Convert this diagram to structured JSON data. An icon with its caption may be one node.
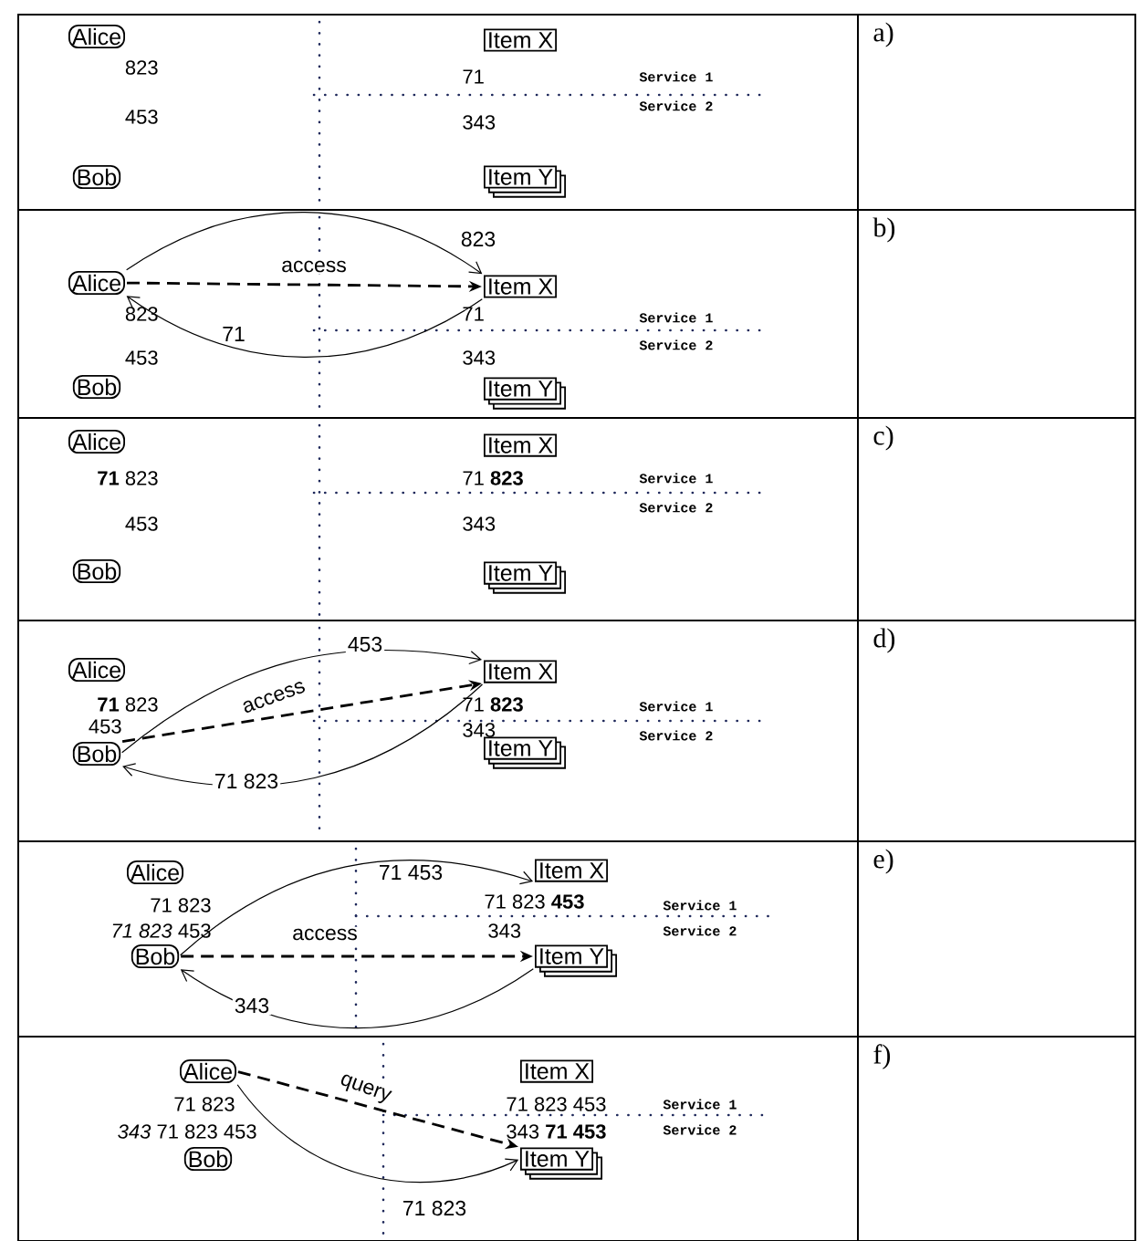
{
  "diagram": {
    "nodes": [
      {
        "text": [
          "Alice"
        ],
        "beside": [
          "823"
        ]
      },
      {
        "text": [
          "Item X"
        ],
        "beside": [
          "71"
        ]
      },
      {
        "text": [
          "Bob"
        ],
        "beside": [
          "453"
        ]
      },
      {
        "text": [
          "Item Y"
        ],
        "beside": [
          "343"
        ]
      },
      {
        "text": [
          "Alice"
        ],
        "beside": [
          "823"
        ]
      },
      {
        "text": [
          "Item X"
        ],
        "beside": [
          "71"
        ]
      },
      {
        "text": [
          "Bob"
        ],
        "beside": [
          "453"
        ]
      },
      {
        "text": [
          "Item Y"
        ],
        "beside": [
          "343"
        ]
      },
      {
        "text": [
          "Alice"
        ],
        "beside": [
          "**71** 823"
        ]
      },
      {
        "text": [
          "Item X"
        ],
        "beside": [
          "71 **823**"
        ]
      },
      {
        "text": [
          "Bob"
        ],
        "beside": [
          "453"
        ]
      },
      {
        "text": [
          "Item Y"
        ],
        "beside": [
          "343"
        ]
      },
      {
        "text": [
          "Alice"
        ],
        "beside": [
          "**71** 823"
        ]
      },
      {
        "text": [
          "Item X"
        ],
        "beside": [
          "71 **823**"
        ]
      },
      {
        "text": [
          "Bob"
        ],
        "beside": [
          "453"
        ]
      },
      {
        "text": [
          "Item Y"
        ],
        "beside": [
          "343"
        ]
      },
      {
        "text": [
          "Alice"
        ],
        "beside": [
          "71 823"
        ]
      },
      {
        "text": [
          "Item X"
        ],
        "beside": [
          "71 823 **453**"
        ]
      },
      {
        "text": [
          "Bob"
        ],
        "beside": [
          "*71 823* 453"
        ]
      },
      {
        "text": [
          "Item Y"
        ],
        "beside": [
          "343"
        ]
      },
      {
        "text": [
          "Alice"
        ],
        "beside": [
          "71 823"
        ]
      },
      {
        "text": [
          "Item X"
        ],
        "beside": [
          "71 823 453"
        ]
      },
      {
        "text": [
          "Bob"
        ],
        "beside": [
          "*343* 71 823 453"
        ]
      },
      {
        "text": [
          "Item Y"
        ],
        "beside": [
          "343 **71 453**"
        ]
      }
    ],
    "edges": [
      {
        "from": 4,
        "to": 5,
        "arrow": "to",
        "label": "823"
      },
      {
        "from": 4,
        "to": 5,
        "arrow": "to",
        "label": "access",
        "style": "dashed"
      },
      {
        "from": 5,
        "to": 4,
        "arrow": "to",
        "label": "71"
      },
      {
        "from": 14,
        "to": 13,
        "arrow": "to",
        "label": "453"
      },
      {
        "from": 14,
        "to": 13,
        "arrow": "to",
        "label": "access",
        "style": "dashed"
      },
      {
        "from": 13,
        "to": 14,
        "arrow": "to",
        "label": "71 823"
      },
      {
        "from": 18,
        "to": 17,
        "arrow": "to",
        "label": "71 453"
      },
      {
        "from": 18,
        "to": 19,
        "arrow": "to",
        "label": "access",
        "style": "dashed"
      },
      {
        "from": 19,
        "to": 18,
        "arrow": "to",
        "label": "343"
      },
      {
        "from": 20,
        "to": 23,
        "arrow": "to",
        "label": "71 823"
      },
      {
        "from": 20,
        "to": 23,
        "arrow": "to",
        "label": "query",
        "style": "dashed"
      }
    ],
    "labels": [
      "a)",
      "Service 1",
      "Service 2",
      "b)",
      "Service 1",
      "Service 2",
      "c)",
      "Service 1",
      "Service 2",
      "d)",
      "Service 1",
      "Service 2",
      "e)",
      "Service 1",
      "Service 2",
      "f)",
      "Service 1",
      "Service 2"
    ]
  }
}
